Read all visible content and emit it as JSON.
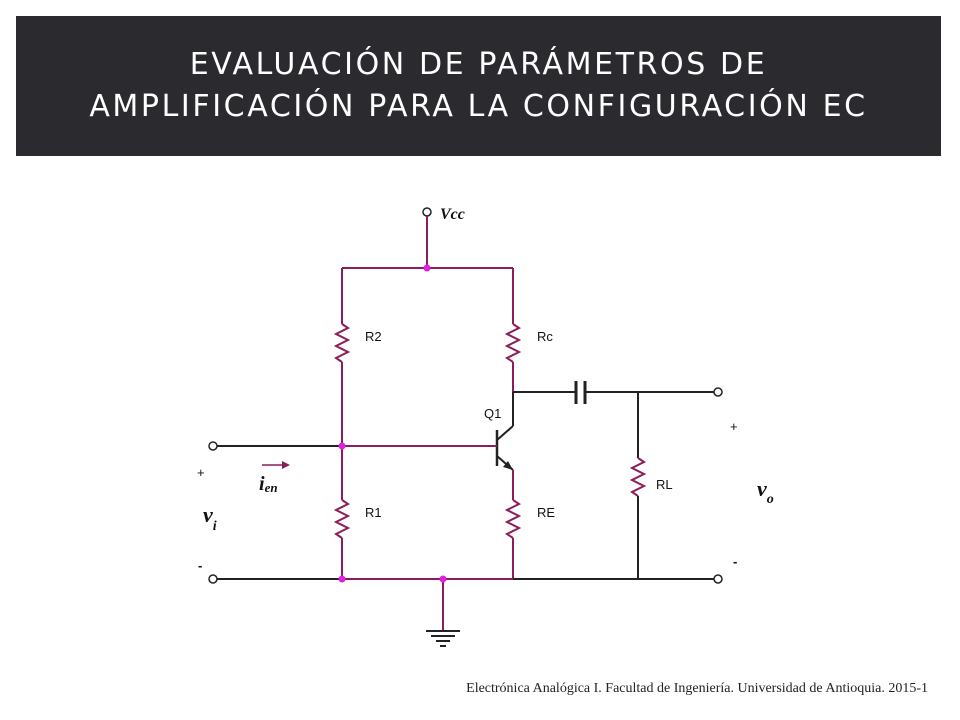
{
  "title": {
    "line1": "EVALUACIÓN DE PARÁMETROS DE",
    "line2": "AMPLIFICACIÓN PARA LA CONFIGURACIÓN EC"
  },
  "circuit": {
    "vcc_label": "Vcc",
    "components": {
      "r2": "R2",
      "rc": "Rc",
      "r1": "R1",
      "re": "RE",
      "rl": "RL",
      "q1": "Q1"
    },
    "input": {
      "plus": "+",
      "minus": "-",
      "voltage_main": "v",
      "voltage_sub": "i",
      "current_main": "i",
      "current_sub": "en"
    },
    "output": {
      "plus": "+",
      "minus": "-",
      "voltage_main": "v",
      "voltage_sub": "o"
    },
    "colors": {
      "wire": "#8c1c5a",
      "node": "#e020e0",
      "title_bar": "#2b2b2f"
    }
  },
  "footer": "Electrónica Analógica I.  Facultad de Ingeniería. Universidad de Antioquia.  2015-1"
}
